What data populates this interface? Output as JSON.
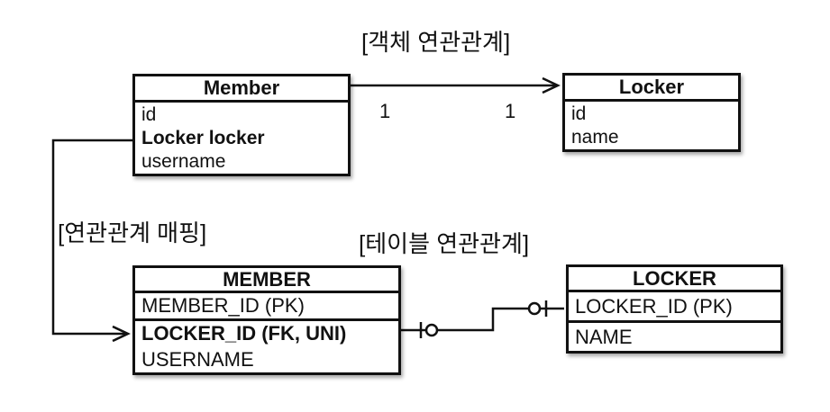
{
  "colors": {
    "ink": "#111111",
    "background": "#ffffff"
  },
  "labels": {
    "object_association": "[객체 연관관계]",
    "mapping": "[연관관계 매핑]",
    "table_association": "[테이블 연관관계]"
  },
  "object_diagram": {
    "member": {
      "title": "Member",
      "rows": [
        {
          "text": "id"
        },
        {
          "text": "Locker locker",
          "bold": true
        },
        {
          "text": "username"
        }
      ]
    },
    "locker": {
      "title": "Locker",
      "rows": [
        {
          "text": "id"
        },
        {
          "text": "name"
        }
      ]
    },
    "cardinality": {
      "member_side": "1",
      "locker_side": "1"
    }
  },
  "table_diagram": {
    "member": {
      "title": "MEMBER",
      "rows": [
        {
          "text": "MEMBER_ID (PK)",
          "separator_below": true
        },
        {
          "text": "LOCKER_ID (FK, UNI)",
          "bold": true
        },
        {
          "text": "USERNAME"
        }
      ]
    },
    "locker": {
      "title": "LOCKER",
      "rows": [
        {
          "text": "LOCKER_ID (PK)",
          "separator_below": true
        },
        {
          "text": "NAME"
        }
      ]
    }
  }
}
